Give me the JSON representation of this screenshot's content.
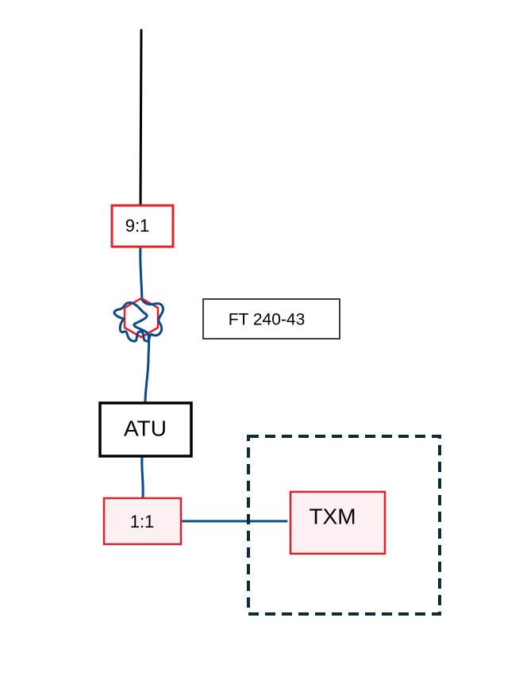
{
  "diagram": {
    "balun_top": {
      "label": "9:1"
    },
    "choke_label": {
      "label": "FT 240-43"
    },
    "tuner": {
      "label": "ATU"
    },
    "balun_bottom": {
      "label": "1:1"
    },
    "transmitter": {
      "label": "TXM"
    }
  },
  "colors": {
    "antenna_wire": "#000000",
    "coax": "#0b4a8a",
    "balun_border": "#e0202a",
    "balun_fill": "#fcf0f2",
    "toroid_border": "#e0202a",
    "enclosure_border": "#0d2a3a"
  }
}
